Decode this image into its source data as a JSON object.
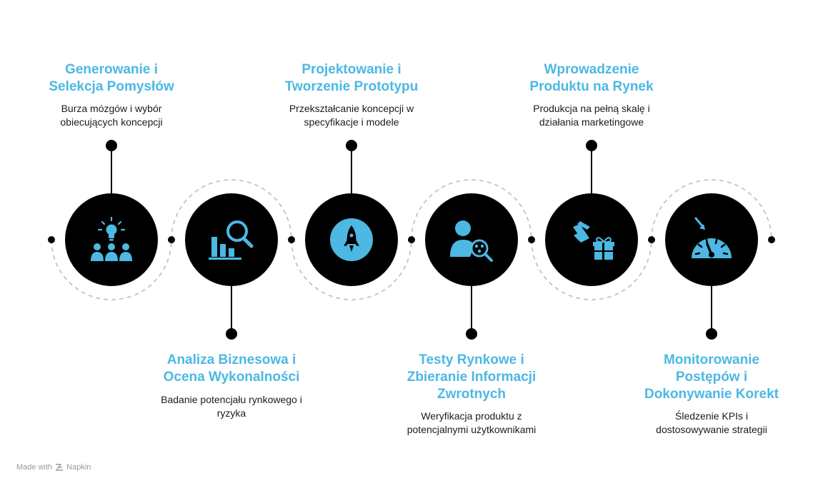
{
  "steps": [
    {
      "title_line1": "Generowanie i",
      "title_line2": "Selekcja Pomysłów",
      "title_line3": "",
      "desc_line1": "Burza mózgów i wybór",
      "desc_line2": "obiecujących koncepcji",
      "icon": "lightbulb-team-icon"
    },
    {
      "title_line1": "Analiza Biznesowa i",
      "title_line2": "Ocena Wykonalności",
      "title_line3": "",
      "desc_line1": "Badanie potencjału rynkowego i",
      "desc_line2": "ryzyka",
      "icon": "chart-magnifier-icon"
    },
    {
      "title_line1": "Projektowanie i",
      "title_line2": "Tworzenie Prototypu",
      "title_line3": "",
      "desc_line1": "Przekształcanie koncepcji w",
      "desc_line2": "specyfikacje i modele",
      "icon": "rocket-icon"
    },
    {
      "title_line1": "Testy Rynkowe i",
      "title_line2": "Zbieranie Informacji",
      "title_line3": "Zwrotnych",
      "desc_line1": "Weryfikacja produktu z",
      "desc_line2": "potencjalnymi użytkownikami",
      "icon": "user-search-icon"
    },
    {
      "title_line1": "Wprowadzenie",
      "title_line2": "Produktu na Rynek",
      "title_line3": "",
      "desc_line1": "Produkcja na pełną skalę i",
      "desc_line2": "działania marketingowe",
      "icon": "launch-gift-icon"
    },
    {
      "title_line1": "Monitorowanie",
      "title_line2": "Postępów i",
      "title_line3": "Dokonywanie Korekt",
      "desc_line1": "Śledzenie KPIs i",
      "desc_line2": "dostosowywanie strategii",
      "icon": "gauge-icon"
    }
  ],
  "footer": {
    "made_with": "Made with",
    "brand": "Napkin"
  },
  "colors": {
    "accent": "#4cb8e3",
    "node": "#000000",
    "dashed": "#bdbdbd"
  }
}
